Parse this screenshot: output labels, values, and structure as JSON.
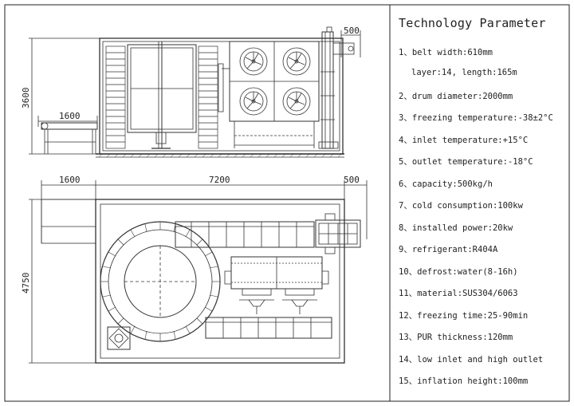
{
  "dimensions": {
    "side_height": "3600",
    "side_feed_length": "1600",
    "side_outlet": "500",
    "top_feed_length": "1600",
    "top_main_length": "7200",
    "top_outlet": "500",
    "top_depth": "4750"
  },
  "parameters": {
    "title": "Technology Parameter",
    "lines": [
      "1、belt width:610mm",
      "layer:14, length:165m",
      "2、drum diameter:2000mm",
      "3、freezing temperature:-38±2°C",
      "4、inlet temperature:+15°C",
      "5、outlet temperature:-18°C",
      "6、capacity:500kg/h",
      "7、cold consumption:100kw",
      "8、installed power:20kw",
      "9、refrigerant:R404A",
      "10、defrost:water(8-16h)",
      "11、material:SUS304/6063",
      "12、freezing time:25-90min",
      "13、PUR thickness:120mm",
      "14、low inlet and high outlet",
      "15、inflation height:100mm"
    ]
  }
}
